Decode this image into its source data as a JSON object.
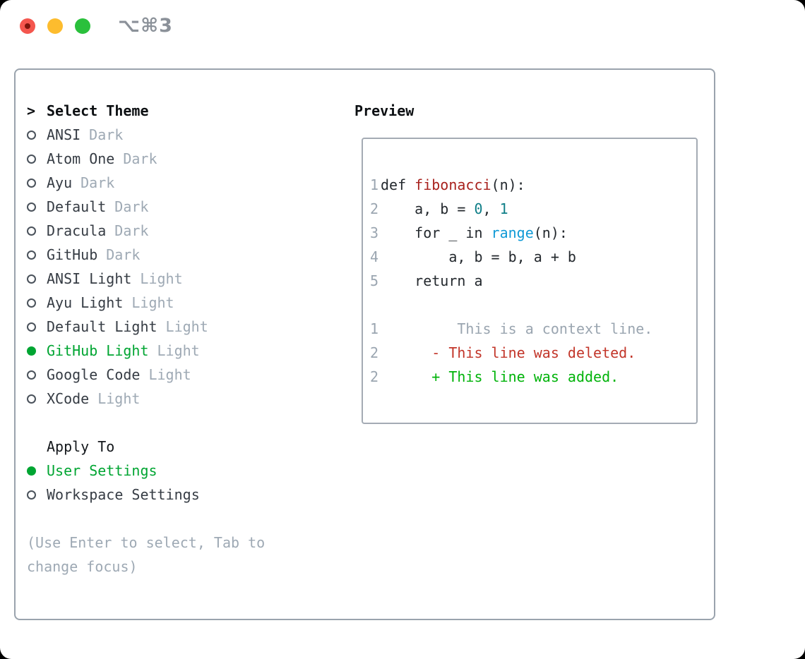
{
  "titlebar": {
    "shortcut": "⌥⌘3",
    "colors": {
      "close": "#f4564e",
      "minimize": "#fdbc2e",
      "zoom": "#2ac03c"
    }
  },
  "theme_panel": {
    "header": {
      "prefix": ">",
      "title": "Select Theme"
    },
    "themes": [
      {
        "name": "ANSI",
        "tag": "Dark",
        "selected": false
      },
      {
        "name": "Atom One",
        "tag": "Dark",
        "selected": false
      },
      {
        "name": "Ayu",
        "tag": "Dark",
        "selected": false
      },
      {
        "name": "Default",
        "tag": "Dark",
        "selected": false
      },
      {
        "name": "Dracula",
        "tag": "Dark",
        "selected": false
      },
      {
        "name": "GitHub",
        "tag": "Dark",
        "selected": false
      },
      {
        "name": "ANSI Light",
        "tag": "Light",
        "selected": false
      },
      {
        "name": "Ayu Light",
        "tag": "Light",
        "selected": false
      },
      {
        "name": "Default Light",
        "tag": "Light",
        "selected": false
      },
      {
        "name": "GitHub Light",
        "tag": "Light",
        "selected": true
      },
      {
        "name": "Google Code",
        "tag": "Light",
        "selected": false
      },
      {
        "name": "XCode",
        "tag": "Light",
        "selected": false
      }
    ],
    "apply_to": {
      "title": "Apply To",
      "options": [
        {
          "label": "User Settings",
          "selected": true
        },
        {
          "label": "Workspace Settings",
          "selected": false
        }
      ]
    },
    "hint_lines": [
      "(Use Enter to select, Tab to",
      "change focus)"
    ]
  },
  "preview": {
    "title": "Preview",
    "code_lines": [
      {
        "num": "1",
        "segments": [
          {
            "text": "def ",
            "color": "code"
          },
          {
            "text": "fibonacci",
            "color": "function"
          },
          {
            "text": "(n):",
            "color": "code"
          }
        ]
      },
      {
        "num": "2",
        "segments": [
          {
            "text": "    a, b = ",
            "color": "code"
          },
          {
            "text": "0",
            "color": "number"
          },
          {
            "text": ", ",
            "color": "code"
          },
          {
            "text": "1",
            "color": "number"
          }
        ]
      },
      {
        "num": "3",
        "segments": [
          {
            "text": "    for _ in ",
            "color": "code"
          },
          {
            "text": "range",
            "color": "builtin"
          },
          {
            "text": "(n):",
            "color": "code"
          }
        ]
      },
      {
        "num": "4",
        "segments": [
          {
            "text": "        a, b = b, a + b",
            "color": "code"
          }
        ]
      },
      {
        "num": "5",
        "segments": [
          {
            "text": "    return a",
            "color": "code"
          }
        ]
      },
      {
        "num": "",
        "segments": []
      },
      {
        "num": "1",
        "segments": [
          {
            "text": "         This is a context line.",
            "color": "context"
          }
        ]
      },
      {
        "num": "2",
        "segments": [
          {
            "text": "      - This line was deleted.",
            "color": "deleted"
          }
        ]
      },
      {
        "num": "2",
        "segments": [
          {
            "text": "      + This line was added.",
            "color": "added"
          }
        ]
      }
    ]
  },
  "colors": {
    "accent_green": "#00a532",
    "added_green": "#00b30a",
    "deleted_red": "#c23529",
    "function_red": "#a8211d",
    "number_teal": "#0e7e87",
    "builtin_blue": "#109ad6",
    "muted_gray": "#9ea9b4",
    "code_dark": "#24292e",
    "panel_border": "#9aa3ad"
  }
}
